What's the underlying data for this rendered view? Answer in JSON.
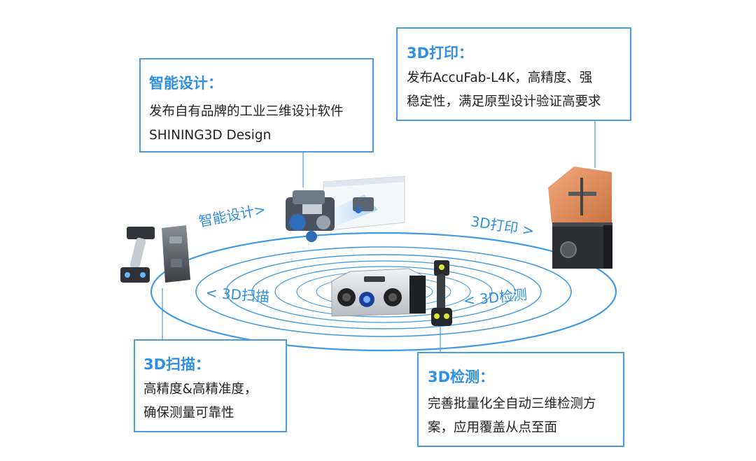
{
  "cards": {
    "design": {
      "title": "智能设计：",
      "lines": [
        "发布自有品牌的工业三维设计软件",
        "SHINING3D Design"
      ]
    },
    "print": {
      "title": "3D打印：",
      "lines": [
        "发布AccuFab-L4K，高精度、强",
        "稳定性，满足原型设计验证高要求"
      ]
    },
    "scan": {
      "title": "3D扫描：",
      "lines": [
        "高精度&高精准度，",
        "确保测量可靠性"
      ]
    },
    "inspect": {
      "title": "3D检测：",
      "lines": [
        "完善批量化全自动三维检测方",
        "案，应用覆盖从点至面"
      ]
    }
  },
  "orbit": {
    "design_label": "智能设计>",
    "print_label": "3D打印 >",
    "scan_label": "< 3D扫描",
    "inspect_label": "< 3D检测"
  },
  "colors": {
    "accent": "#2f8fe6",
    "border": "#4a9be0",
    "ring": "#3f9ae6",
    "text": "#222222"
  }
}
